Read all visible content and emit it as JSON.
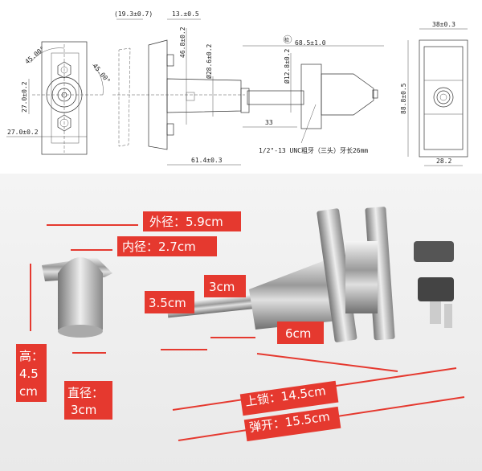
{
  "drawing": {
    "front_view": {
      "angle_1": "45.00°",
      "angle_2": "45.00°",
      "height": "27.0±0.2",
      "width": "27.0±0.2"
    },
    "side_view": {
      "handle_offset": "(19.3±0.7)",
      "base_thickness": "13.±0.5",
      "bolt_spacing": "46.8±0.2",
      "body_diameter": "Ø28.6±0.2",
      "body_length": "61.4±0.3"
    },
    "shaft_view": {
      "total_length": "68.5±1.0",
      "inspect_mark": "检",
      "shaft_diameter": "Ø12.8±0.2",
      "shaft_length": "33",
      "thread_note": "1/2\"-13 UNC粗牙（三头）牙长26mm"
    },
    "plate_view": {
      "width": "38±0.3",
      "height": "88.8±0.5",
      "inner_width": "28.2"
    }
  },
  "photo_labels": {
    "outer_diameter": "外径：5.9cm",
    "inner_diameter": "内径：2.7cm",
    "thread_length": "3.5cm",
    "shaft_length": "3cm",
    "body_length": "6cm",
    "height_label": "高：",
    "height_value": "4.5",
    "height_unit": "cm",
    "diameter_label": "直径：",
    "diameter_value": "3cm",
    "locked_length": "上锁：14.5cm",
    "popped_length": "弹开：15.5cm"
  },
  "colors": {
    "label_red": "#e5392f"
  }
}
